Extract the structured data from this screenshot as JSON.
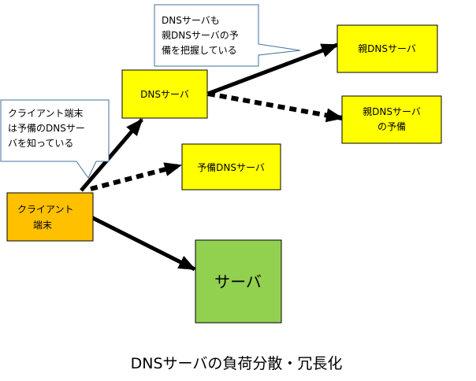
{
  "colors": {
    "yellow": "#ffff00",
    "orange": "#ffc000",
    "green": "#92d050",
    "border": "#000000",
    "callout_border": "#41719c",
    "arrow": "#000000"
  },
  "nodes": {
    "client": {
      "lines": [
        "クライアント",
        "端末"
      ]
    },
    "dns_server": {
      "lines": [
        "DNSサーバ"
      ]
    },
    "parent_dns": {
      "lines": [
        "親DNSサーバ"
      ]
    },
    "parent_dns_backup": {
      "lines": [
        "親DNSサーバ",
        "の予備"
      ]
    },
    "backup_dns": {
      "lines": [
        "予備DNSサーバ"
      ]
    },
    "server": {
      "lines": [
        "サーバ"
      ]
    }
  },
  "callouts": {
    "client_note": {
      "lines": [
        "クライアント端末",
        "は予備のDNSサー",
        "バを知っている"
      ]
    },
    "dns_note": {
      "lines": [
        "DNSサーバも",
        "親DNSサーバの予",
        "備を把握している"
      ]
    }
  },
  "caption": "DNSサーバの負荷分散・冗長化"
}
